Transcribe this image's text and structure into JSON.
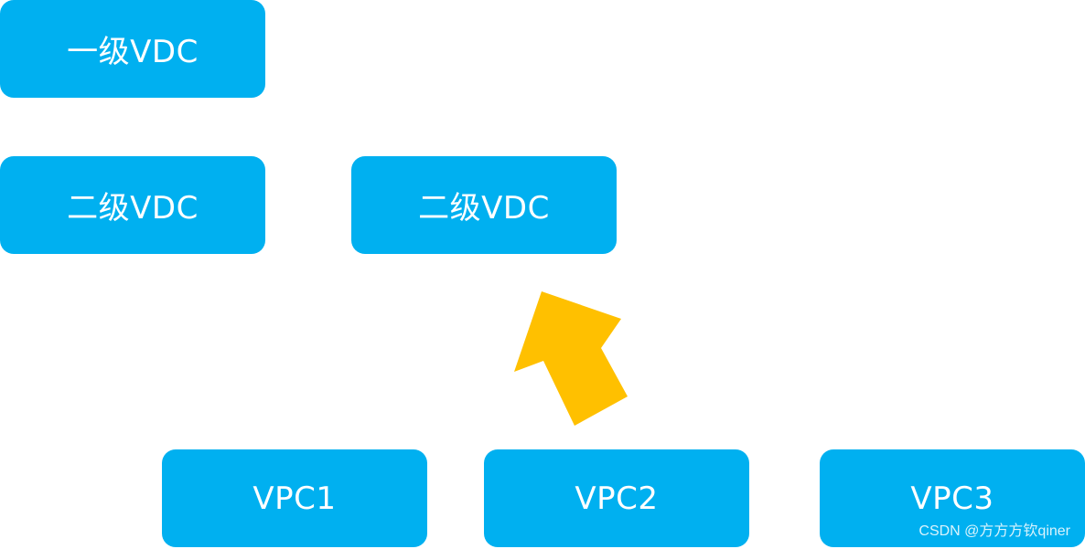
{
  "diagram": {
    "level1": {
      "label": "一级VDC"
    },
    "level2": [
      {
        "label": "二级VDC"
      },
      {
        "label": "二级VDC"
      }
    ],
    "vpcs": [
      {
        "label": "VPC1"
      },
      {
        "label": "VPC2"
      },
      {
        "label": "VPC3"
      }
    ],
    "arrow": {
      "from": "VPC2",
      "to": "二级VDC"
    },
    "colors": {
      "box": "#00b0f0",
      "text": "#ffffff",
      "arrow": "#ffc000"
    }
  },
  "watermark": "CSDN @方方方钦qiner"
}
